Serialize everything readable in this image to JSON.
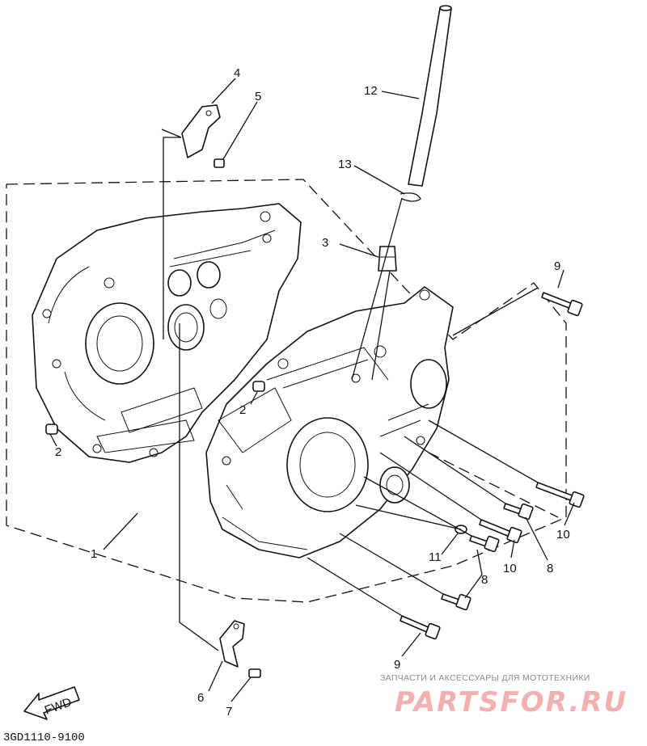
{
  "diagram": {
    "callouts": {
      "c1": "1",
      "c2a": "2",
      "c2b": "2",
      "c3": "3",
      "c4": "4",
      "c5": "5",
      "c6": "6",
      "c7": "7",
      "c8a": "8",
      "c8b": "8",
      "c9a": "9",
      "c9b": "9",
      "c10a": "10",
      "c10b": "10",
      "c11": "11",
      "c12": "12",
      "c13": "13"
    },
    "fwd_label": "FWD",
    "diagram_code": "3GD1110-9100"
  },
  "watermark": {
    "caption": "ЗАПЧАСТИ И АКСЕССУАРЫ ДЛЯ МОТОТЕХНИКИ",
    "brand": "PARTSFOR.RU",
    "color": "#f2b0b0"
  }
}
